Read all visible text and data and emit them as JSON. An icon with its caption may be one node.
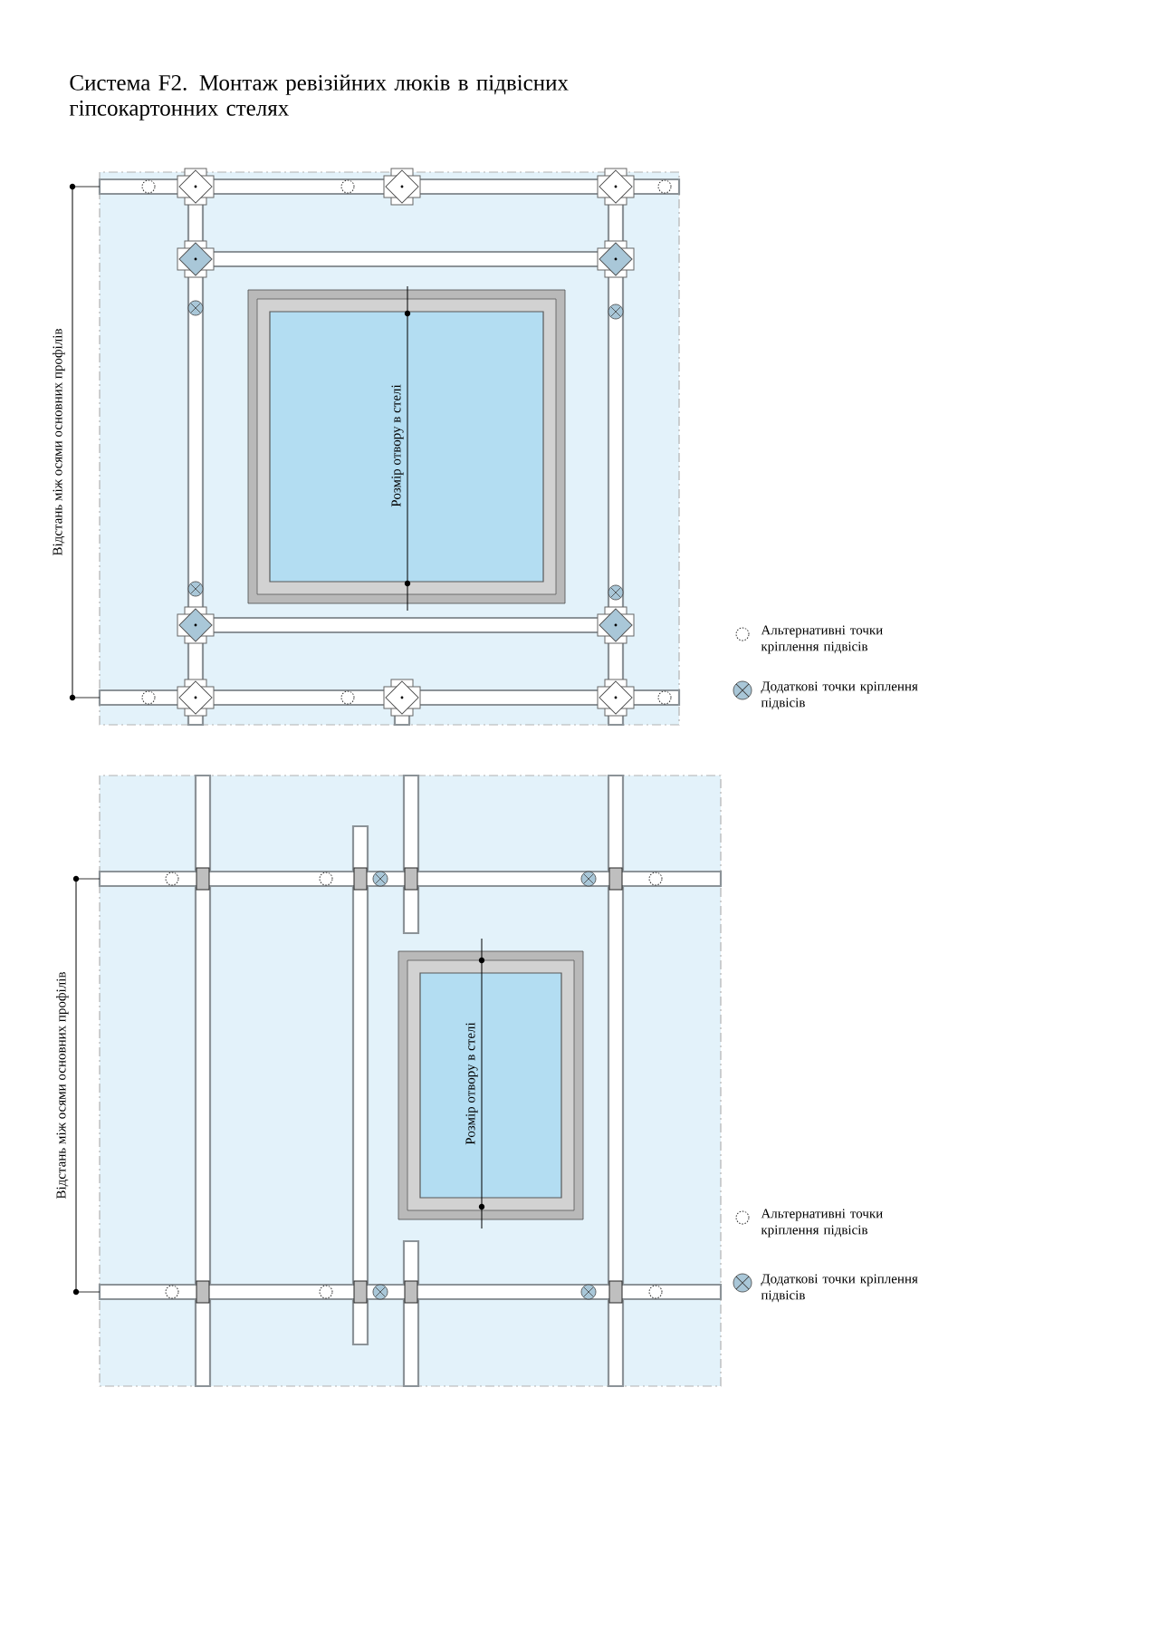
{
  "diagram": {
    "title": "Система F2. Монтаж ревізійних люків в підвісних гіпсокартонних стелях",
    "labels": [
      "Відстань між осями основних профілів",
      "Розмір отвору в стелі",
      "Відстань між осями основних профілів",
      "Розмір отвору в стелі"
    ],
    "legend": [
      {
        "text": "Альтернативні точки кріплення підвісів"
      },
      {
        "text": "Додаткові точки кріплення підвісів"
      },
      {
        "text": "Альтернативні точки кріплення підвісів"
      },
      {
        "text": "Додаткові точки кріплення підвісів"
      }
    ]
  }
}
